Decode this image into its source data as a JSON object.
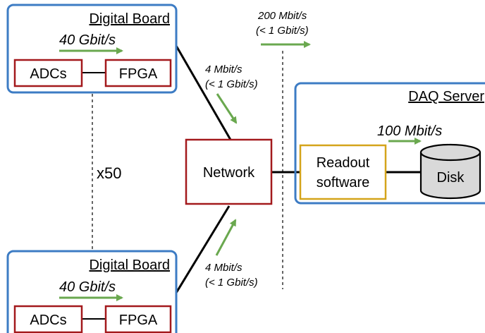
{
  "digital_board_top": {
    "title": "Digital Board",
    "rate": "40 Gbit/s",
    "adcs_label": "ADCs",
    "fpga_label": "FPGA"
  },
  "digital_board_bottom": {
    "title": "Digital Board",
    "rate": "40 Gbit/s",
    "adcs_label": "ADCs",
    "fpga_label": "FPGA"
  },
  "multiplicity_label": "x50",
  "network_label": "Network",
  "link_top_rate": {
    "line1": "4 Mbit/s",
    "line2": "(< 1 Gbit/s)"
  },
  "link_bottom_rate": {
    "line1": "4 Mbit/s",
    "line2": "(< 1 Gbit/s)"
  },
  "aggregate_rate": {
    "line1": "200 Mbit/s",
    "line2": "(< 1 Gbit/s)"
  },
  "daq_server": {
    "title": "DAQ Server",
    "readout_line1": "Readout",
    "readout_line2": "software",
    "disk_label": "Disk",
    "disk_rate": "100 Mbit/s"
  },
  "colors": {
    "board_border": "#3d7cc4",
    "component_border": "#a3191c",
    "readout_border": "#d4a41a",
    "arrow": "#6aa84f",
    "disk_fill": "#d9d9d9"
  }
}
